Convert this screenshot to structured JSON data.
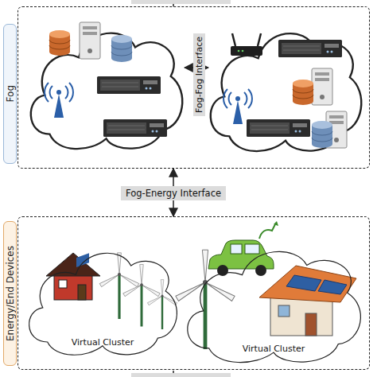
{
  "diagram": {
    "nodes": [
      {
        "text": [
          "Fog"
        ]
      },
      {
        "text": [
          "Energy/End Devices"
        ]
      },
      {
        "text": [
          "Virtual Cluster"
        ],
        "in": 1
      },
      {
        "text": [
          "Virtual Cluster"
        ],
        "in": 1
      }
    ],
    "edges": [
      {
        "from": 0,
        "to": 1,
        "label": "Fog-Energy Interface",
        "arrow": "both"
      }
    ],
    "labels": [
      "Fog-Fog Interface"
    ]
  }
}
